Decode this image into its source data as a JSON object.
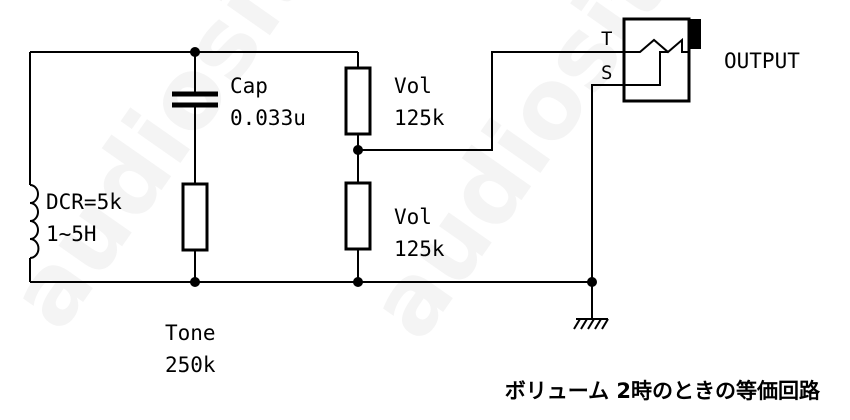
{
  "watermark": "audiosite.jp",
  "components": {
    "capacitor": {
      "name": "Cap",
      "value": "0.033u"
    },
    "volume_top": {
      "name": "Vol",
      "value": "125k"
    },
    "volume_bottom": {
      "name": "Vol",
      "value": "125k"
    },
    "pickup": {
      "dcr": "DCR=5k",
      "inductance": "1~5H"
    },
    "tone": {
      "name": "Tone",
      "value": "250k"
    }
  },
  "jack": {
    "label": "OUTPUT",
    "tip": "T",
    "sleeve": "S"
  },
  "caption": "ボリューム 2時のときの等価回路"
}
